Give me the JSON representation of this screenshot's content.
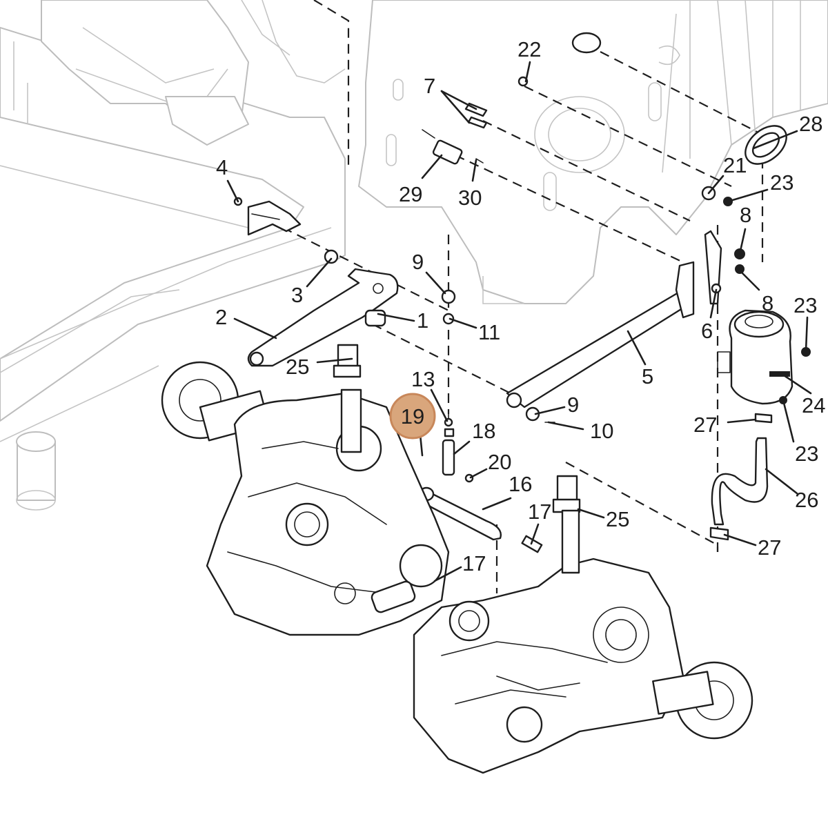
{
  "callouts": {
    "c1": "1",
    "c2": "2",
    "c3": "3",
    "c4": "4",
    "c5": "5",
    "c6": "6",
    "c7": "7",
    "c8a": "8",
    "c8b": "8",
    "c9a": "9",
    "c9b": "9",
    "c10": "10",
    "c11": "11",
    "c13": "13",
    "c16": "16",
    "c17a": "17",
    "c17b": "17",
    "c18": "18",
    "c19": "19",
    "c20": "20",
    "c21": "21",
    "c22": "22",
    "c23a": "23",
    "c23b": "23",
    "c23c": "23",
    "c24": "24",
    "c25a": "25",
    "c25b": "25",
    "c26": "26",
    "c27a": "27",
    "c27b": "27",
    "c28": "28",
    "c29": "29",
    "c30": "30"
  },
  "colors": {
    "highlight_fill": "#d9a67c",
    "highlight_ring": "#c8875a",
    "line": "#1e1e1e",
    "frame": "#bdbdbd"
  }
}
